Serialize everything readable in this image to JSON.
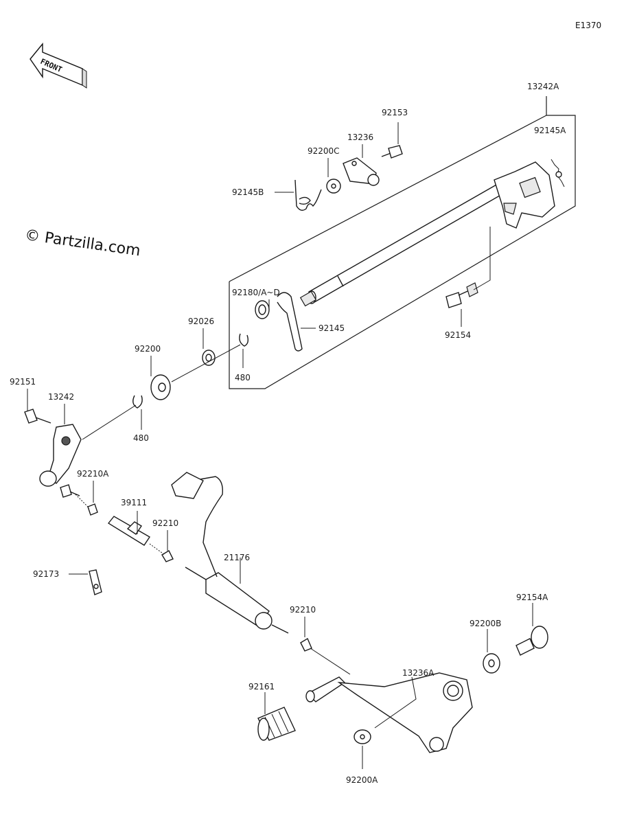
{
  "diagram": {
    "code": "E1370",
    "watermark": "© Partzilla.com",
    "front_arrow_label": "FRONT"
  },
  "parts": {
    "p13242A": "13242A",
    "p92153": "92153",
    "p13236": "13236",
    "p92200C": "92200C",
    "p92145A": "92145A",
    "p92145B": "92145B",
    "p92180": "92180/A~D",
    "p92145": "92145",
    "p92154": "92154",
    "p92026": "92026",
    "p480a": "480",
    "p92200": "92200",
    "p480b": "480",
    "p92151": "92151",
    "p13242": "13242",
    "p92210A": "92210A",
    "p39111": "39111",
    "p92210a": "92210",
    "p92173": "92173",
    "p21176": "21176",
    "p92210b": "92210",
    "p92154A": "92154A",
    "p92200B": "92200B",
    "p13236A": "13236A",
    "p92161": "92161",
    "p92200A": "92200A"
  }
}
